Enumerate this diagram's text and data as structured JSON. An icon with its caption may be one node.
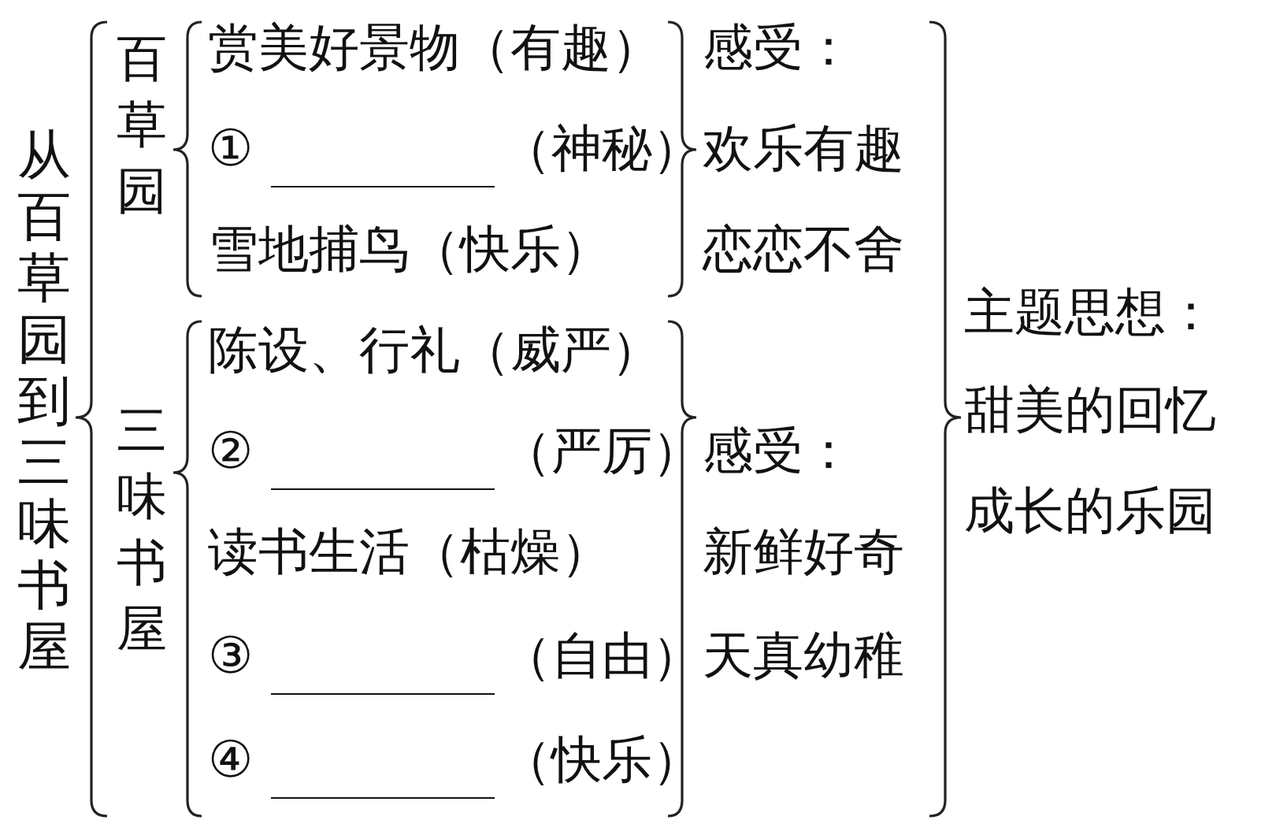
{
  "diagram": {
    "labels": [
      "从百草园到三味书屋",
      "百草园",
      "赏美好景物（有趣）",
      "①",
      "（神秘）",
      "雪地捕鸟（快乐）",
      "感受：",
      "欢乐有趣",
      "恋恋不舍",
      "三味书屋",
      "陈设、行礼（威严）",
      "②",
      "（严厉）",
      "读书生活（枯燥）",
      "③",
      "（自由）",
      "④",
      "（快乐）",
      "感受：",
      "新鲜好奇",
      "天真幼稚",
      "主题思想：",
      "甜美的回忆",
      "成长的乐园"
    ]
  }
}
